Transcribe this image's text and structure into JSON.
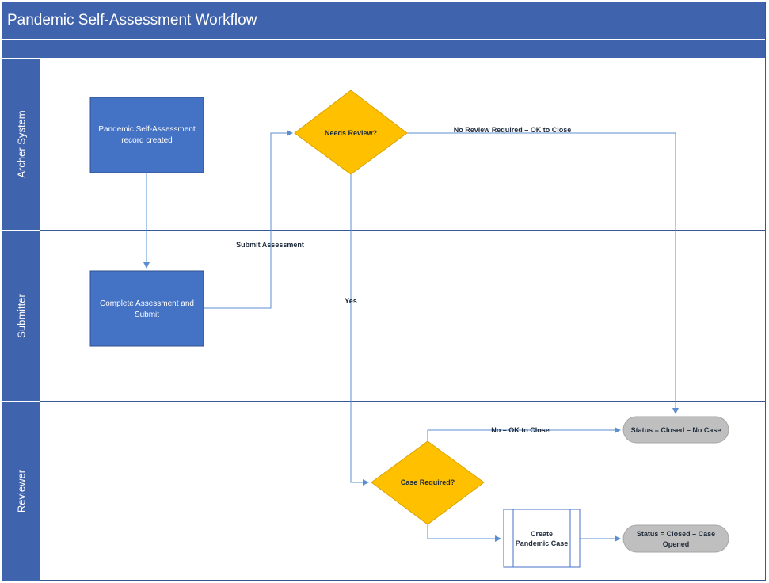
{
  "title": "Pandemic Self-Assessment Workflow",
  "lanes": [
    "Archer System",
    "Submitter",
    "Reviewer"
  ],
  "nodes": {
    "record_created": [
      "Pandemic Self-Assessment",
      "record created"
    ],
    "complete_assessment": [
      "Complete Assessment and",
      "Submit"
    ],
    "needs_review": "Needs Review?",
    "case_required": "Case Required?",
    "create_case": [
      "Create",
      "Pandemic Case"
    ],
    "status_no_case": "Status = Closed – No Case",
    "status_case_opened": [
      "Status = Closed – Case",
      "Opened"
    ]
  },
  "edges": {
    "submit": "Submit Assessment",
    "no_review": "No Review Required – OK to Close",
    "yes": "Yes",
    "no_ok_close": "No – OK to Close"
  },
  "colors": {
    "lane_blue": "#4063ad",
    "process_blue": "#4472c4",
    "decision_yellow": "#ffc000",
    "terminal_gray": "#bfbfbf",
    "connector": "#5b8fd0"
  }
}
